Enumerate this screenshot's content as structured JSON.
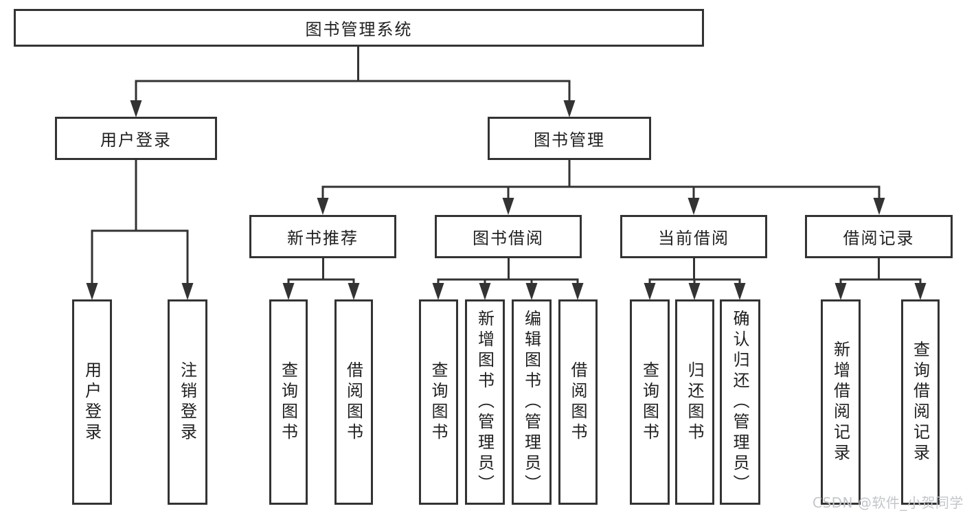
{
  "diagram_type": "hierarchy-tree",
  "nodes": {
    "root": "图书管理系统",
    "login": "用户登录",
    "book_mgmt": "图书管理",
    "new_book": "新书推荐",
    "book_borrow": "图书借阅",
    "current_borrow": "当前借阅",
    "borrow_records": "借阅记录",
    "login_user_login": "用户登录",
    "login_logout": "注销登录",
    "new_book_query": "查询图书",
    "new_book_borrow": "借阅图书",
    "book_borrow_query": "查询图书",
    "book_borrow_add": "新增图书（管理员）",
    "book_borrow_edit": "编辑图书（管理员）",
    "book_borrow_borrow": "借阅图书",
    "current_query": "查询图书",
    "current_return": "归还图书",
    "current_confirm": "确认归还（管理员）",
    "records_add": "新增借阅记录",
    "records_query": "查询借阅记录"
  },
  "hierarchy": {
    "图书管理系统": {
      "用户登录": [
        "用户登录",
        "注销登录"
      ],
      "图书管理": {
        "新书推荐": [
          "查询图书",
          "借阅图书"
        ],
        "图书借阅": [
          "查询图书",
          "新增图书（管理员）",
          "编辑图书（管理员）",
          "借阅图书"
        ],
        "当前借阅": [
          "查询图书",
          "归还图书",
          "确认归还（管理员）"
        ],
        "借阅记录": [
          "新增借阅记录",
          "查询借阅记录"
        ]
      }
    }
  },
  "watermark": {
    "text": "CSDN @软件_小贺同学"
  },
  "colors": {
    "background": "#ffffff",
    "line": "#333333",
    "border": "#333333",
    "text": "#1f1f1f",
    "watermark": "#c3c6ca"
  }
}
